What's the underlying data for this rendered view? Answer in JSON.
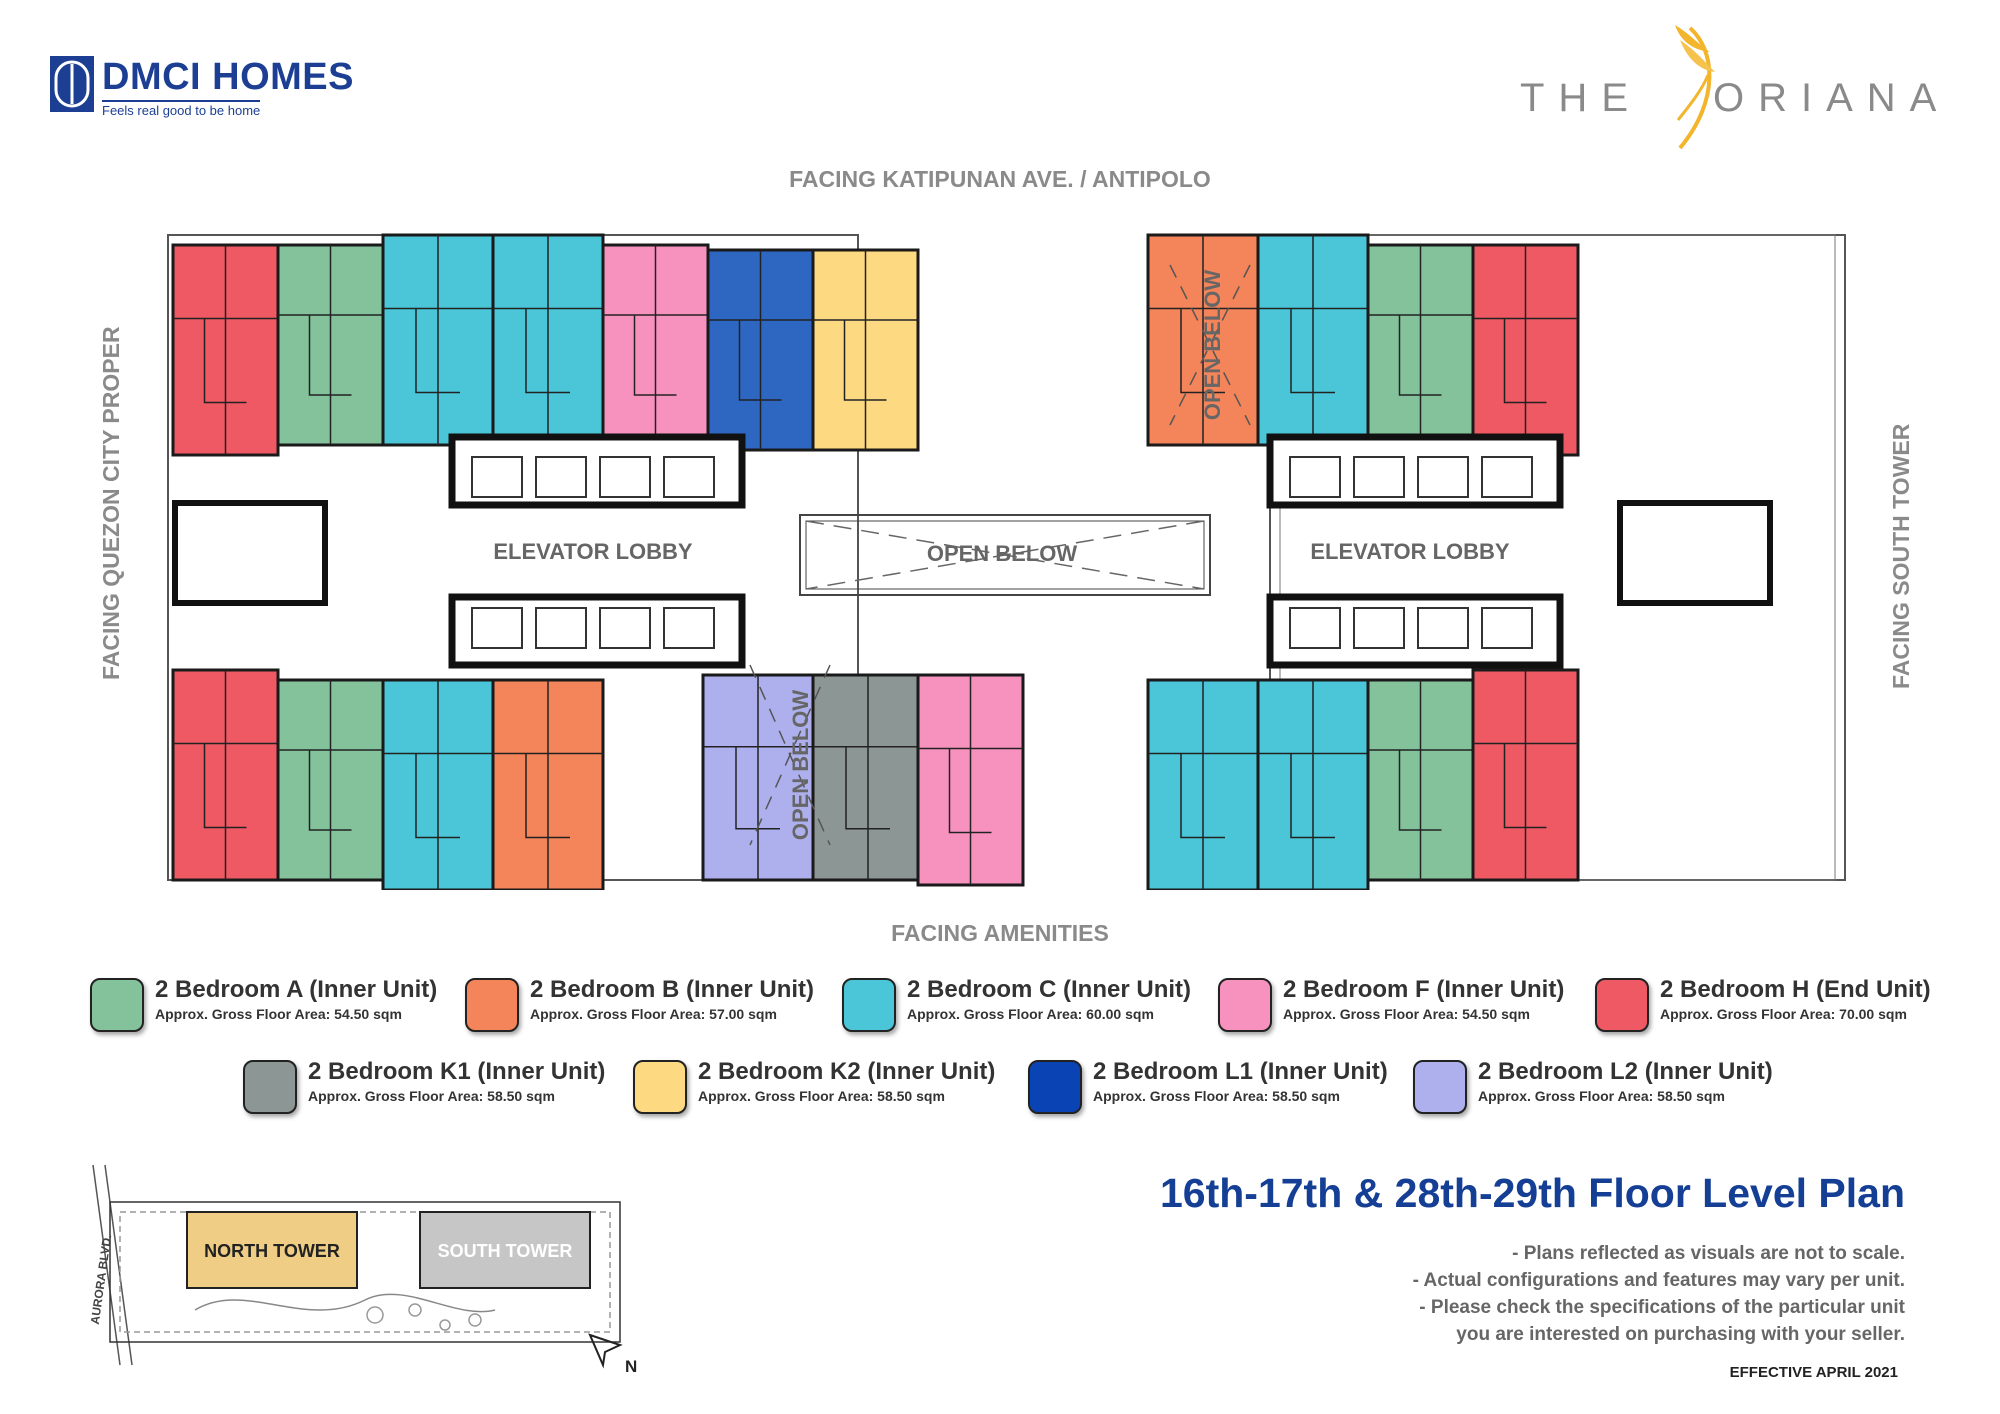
{
  "logos": {
    "dmci_name": "DMCI HOMES",
    "dmci_tagline": "Feels real good to be home",
    "oriana_the": "THE",
    "oriana_name": "ORIANA"
  },
  "facing": {
    "top": "FACING KATIPUNAN AVE. / ANTIPOLO",
    "bottom": "FACING AMENITIES",
    "left": "FACING QUEZON CITY PROPER",
    "right": "FACING SOUTH TOWER"
  },
  "plan_labels": {
    "elevator_lobby_left": "ELEVATOR LOBBY",
    "elevator_lobby_right": "ELEVATOR LOBBY",
    "open_below_center": "OPEN BELOW",
    "open_below_top": "OPEN BELOW",
    "open_below_bottom": "OPEN BELOW"
  },
  "colors": {
    "A": "#84c29c",
    "B": "#f4845a",
    "C": "#4bc6d8",
    "F": "#f792bf",
    "H": "#ee5963",
    "K1": "#8c9694",
    "K2": "#fdd982",
    "L1": "#2e67c1",
    "L2": "#aeb0ee"
  },
  "legend": [
    {
      "key": "A",
      "name": "2 Bedroom A (Inner Unit)",
      "area": "Approx. Gross Floor Area: 54.50 sqm",
      "color": "#84c29c"
    },
    {
      "key": "B",
      "name": "2 Bedroom B (Inner Unit)",
      "area": "Approx. Gross Floor Area: 57.00 sqm",
      "color": "#f4845a"
    },
    {
      "key": "C",
      "name": "2 Bedroom C (Inner Unit)",
      "area": "Approx. Gross Floor Area: 60.00 sqm",
      "color": "#4bc6d8"
    },
    {
      "key": "F",
      "name": "2 Bedroom F (Inner Unit)",
      "area": "Approx. Gross Floor Area: 54.50 sqm",
      "color": "#f792bf"
    },
    {
      "key": "H",
      "name": "2 Bedroom H (End Unit)",
      "area": "Approx. Gross Floor Area: 70.00 sqm",
      "color": "#ee5963"
    },
    {
      "key": "K1",
      "name": "2 Bedroom K1 (Inner Unit)",
      "area": "Approx. Gross Floor Area: 58.50 sqm",
      "color": "#8c9694"
    },
    {
      "key": "K2",
      "name": "2 Bedroom K2 (Inner Unit)",
      "area": "Approx. Gross Floor Area: 58.50 sqm",
      "color": "#fdd982"
    },
    {
      "key": "L1",
      "name": "2 Bedroom L1 (Inner Unit)",
      "area": "Approx. Gross Floor Area: 58.50 sqm",
      "color": "#0a43b4"
    },
    {
      "key": "L2",
      "name": "2 Bedroom L2 (Inner Unit)",
      "area": "Approx. Gross Floor Area: 58.50 sqm",
      "color": "#aeb0ee"
    }
  ],
  "site": {
    "road": "AURORA BLVD.",
    "north_tower": "NORTH TOWER",
    "south_tower": "SOUTH TOWER",
    "north_marker": "N",
    "north_tower_color": "#f0cd84",
    "south_tower_color": "#c6c6c6"
  },
  "title": "16th-17th & 28th-29th Floor Level Plan",
  "notes": [
    "- Plans reflected as visuals are not to scale.",
    "- Actual configurations and features may vary per unit.",
    "- Please check the specifications of the particular unit",
    "you are interested on purchasing with your seller."
  ],
  "effective": "EFFECTIVE APRIL 2021"
}
